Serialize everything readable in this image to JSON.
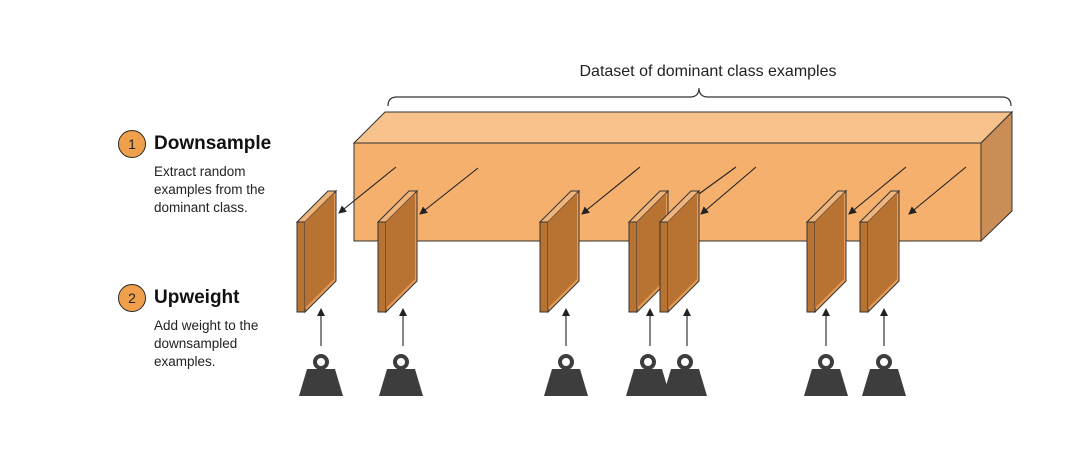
{
  "dataset": {
    "label": "Dataset of dominant class examples"
  },
  "steps": [
    {
      "number": "1",
      "title": "Downsample",
      "description": "Extract random examples from the dominant class."
    },
    {
      "number": "2",
      "title": "Upweight",
      "description": "Add weight to the downsampled examples."
    }
  ],
  "colors": {
    "block_front": "#f5b06e",
    "block_top": "#f7c28c",
    "block_side": "#c98d55",
    "sample_front": "#b87333",
    "sample_edge": "#e59a58",
    "weight": "#3d3d3d",
    "badge": "#f0a04b"
  },
  "icons": {
    "weight": "weight-icon"
  },
  "sample_count": 7
}
